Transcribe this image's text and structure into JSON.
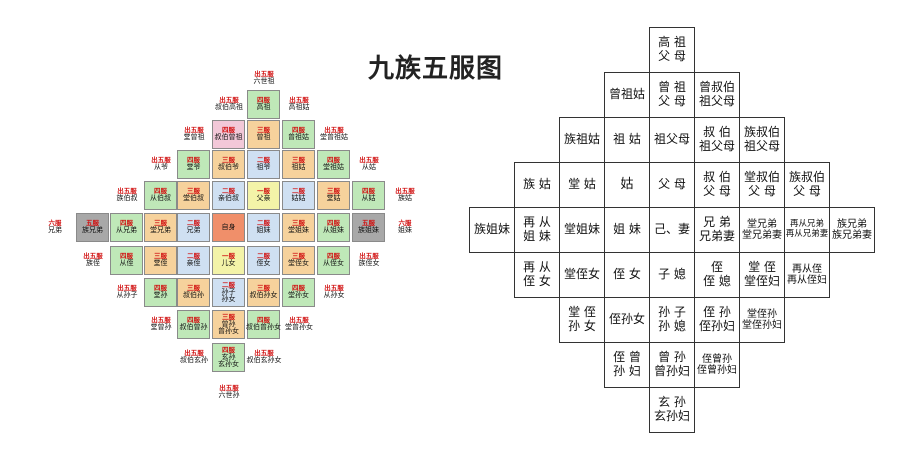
{
  "title": "九族五服图",
  "colors": {
    "mourn_red": "#d11010",
    "grade1": "#f6b0a0",
    "grade2": "#cfe0f2",
    "grade3": "#f6d29c",
    "grade4": "#bfe8b8",
    "grade5": "#f3f3a8",
    "pink": "#f2c8d8",
    "gray": "#a8a8a8",
    "self": "#f08f6a"
  },
  "left_chart": {
    "cells": [
      {
        "r": 0,
        "c": 6,
        "red": "出五服",
        "kin": "六世祖",
        "style": "none"
      },
      {
        "r": 1,
        "c": 5,
        "red": "出五服",
        "kin": "叔伯高祖",
        "style": "none"
      },
      {
        "r": 1,
        "c": 6,
        "red": "四服",
        "kin": "高祖",
        "style": "grade4"
      },
      {
        "r": 1,
        "c": 7,
        "red": "出五服",
        "kin": "高祖姑",
        "style": "none"
      },
      {
        "r": 2,
        "c": 4,
        "red": "出五服",
        "kin": "堂曾祖",
        "style": "none"
      },
      {
        "r": 2,
        "c": 5,
        "red": "四服",
        "kin": "叔伯曾祖",
        "style": "pink"
      },
      {
        "r": 2,
        "c": 6,
        "red": "三服",
        "kin": "曾祖",
        "style": "grade3"
      },
      {
        "r": 2,
        "c": 7,
        "red": "四服",
        "kin": "曾祖姑",
        "style": "grade4"
      },
      {
        "r": 2,
        "c": 8,
        "red": "出五服",
        "kin": "堂曾祖姑",
        "style": "none"
      },
      {
        "r": 3,
        "c": 3,
        "red": "出五服",
        "kin": "从爷",
        "style": "none"
      },
      {
        "r": 3,
        "c": 4,
        "red": "四服",
        "kin": "堂爷",
        "style": "grade4"
      },
      {
        "r": 3,
        "c": 5,
        "red": "三服",
        "kin": "叔伯爷",
        "style": "grade3"
      },
      {
        "r": 3,
        "c": 6,
        "red": "二服",
        "kin": "祖爷",
        "style": "grade2"
      },
      {
        "r": 3,
        "c": 7,
        "red": "三服",
        "kin": "祖姑",
        "style": "grade3"
      },
      {
        "r": 3,
        "c": 8,
        "red": "四服",
        "kin": "堂祖姑",
        "style": "grade4"
      },
      {
        "r": 3,
        "c": 9,
        "red": "出五服",
        "kin": "从姑",
        "style": "none"
      },
      {
        "r": 4,
        "c": 2,
        "red": "出五服",
        "kin": "族伯叔",
        "style": "none"
      },
      {
        "r": 4,
        "c": 3,
        "red": "四服",
        "kin": "从伯叔",
        "style": "grade4"
      },
      {
        "r": 4,
        "c": 4,
        "red": "三服",
        "kin": "堂伯叔",
        "style": "grade3"
      },
      {
        "r": 4,
        "c": 5,
        "red": "二服",
        "kin": "亲伯叔",
        "style": "grade2"
      },
      {
        "r": 4,
        "c": 6,
        "red": "一服",
        "kin": "父亲",
        "style": "grade5"
      },
      {
        "r": 4,
        "c": 7,
        "red": "二服",
        "kin": "姑姑",
        "style": "grade2"
      },
      {
        "r": 4,
        "c": 8,
        "red": "三服",
        "kin": "堂姑",
        "style": "grade3"
      },
      {
        "r": 4,
        "c": 9,
        "red": "四服",
        "kin": "从姑",
        "style": "grade4"
      },
      {
        "r": 4,
        "c": 10,
        "red": "出五服",
        "kin": "族姑",
        "style": "none"
      },
      {
        "r": 5,
        "c": 0,
        "red": "六服",
        "kin": "兄弟",
        "style": "none"
      },
      {
        "r": 5,
        "c": 1,
        "red": "五服",
        "kin": "族兄弟",
        "style": "gray"
      },
      {
        "r": 5,
        "c": 2,
        "red": "四服",
        "kin": "从兄弟",
        "style": "grade4"
      },
      {
        "r": 5,
        "c": 3,
        "red": "三服",
        "kin": "堂兄弟",
        "style": "grade3"
      },
      {
        "r": 5,
        "c": 4,
        "red": "二服",
        "kin": "兄弟",
        "style": "grade2"
      },
      {
        "r": 5,
        "c": 5,
        "red": "",
        "kin": "自身",
        "style": "self"
      },
      {
        "r": 5,
        "c": 6,
        "red": "二服",
        "kin": "姐妹",
        "style": "grade2"
      },
      {
        "r": 5,
        "c": 7,
        "red": "三服",
        "kin": "堂姐妹",
        "style": "grade3"
      },
      {
        "r": 5,
        "c": 8,
        "red": "四服",
        "kin": "从姐妹",
        "style": "grade4"
      },
      {
        "r": 5,
        "c": 9,
        "red": "五服",
        "kin": "族姐妹",
        "style": "gray"
      },
      {
        "r": 5,
        "c": 10,
        "red": "六服",
        "kin": "姐妹",
        "style": "none"
      },
      {
        "r": 6,
        "c": 1,
        "red": "出五服",
        "kin": "族侄",
        "style": "none"
      },
      {
        "r": 6,
        "c": 2,
        "red": "四服",
        "kin": "从侄",
        "style": "grade4"
      },
      {
        "r": 6,
        "c": 3,
        "red": "三服",
        "kin": "堂侄",
        "style": "grade3"
      },
      {
        "r": 6,
        "c": 4,
        "red": "二服",
        "kin": "亲侄",
        "style": "grade2"
      },
      {
        "r": 6,
        "c": 5,
        "red": "一服",
        "kin": "儿女",
        "style": "grade5"
      },
      {
        "r": 6,
        "c": 6,
        "red": "二服",
        "kin": "侄女",
        "style": "grade2"
      },
      {
        "r": 6,
        "c": 7,
        "red": "三服",
        "kin": "堂侄女",
        "style": "grade3"
      },
      {
        "r": 6,
        "c": 8,
        "red": "四服",
        "kin": "从侄女",
        "style": "grade4"
      },
      {
        "r": 6,
        "c": 9,
        "red": "出五服",
        "kin": "族侄女",
        "style": "none"
      },
      {
        "r": 7,
        "c": 2,
        "red": "出五服",
        "kin": "从孙子",
        "style": "none"
      },
      {
        "r": 7,
        "c": 3,
        "red": "四服",
        "kin": "堂孙",
        "style": "grade4"
      },
      {
        "r": 7,
        "c": 4,
        "red": "三服",
        "kin": "叔伯孙",
        "style": "grade3"
      },
      {
        "r": 7,
        "c": 5,
        "red": "二服",
        "kin": "孙子 孙女",
        "style": "grade2"
      },
      {
        "r": 7,
        "c": 6,
        "red": "三服",
        "kin": "叔伯孙女",
        "style": "grade3"
      },
      {
        "r": 7,
        "c": 7,
        "red": "四服",
        "kin": "堂孙女",
        "style": "grade4"
      },
      {
        "r": 7,
        "c": 8,
        "red": "出五服",
        "kin": "从孙女",
        "style": "none"
      },
      {
        "r": 8,
        "c": 3,
        "red": "出五服",
        "kin": "堂曾孙",
        "style": "none"
      },
      {
        "r": 8,
        "c": 4,
        "red": "四服",
        "kin": "叔伯曾孙",
        "style": "grade4"
      },
      {
        "r": 8,
        "c": 5,
        "red": "三服",
        "kin": "曾孙 曾孙女",
        "style": "grade3"
      },
      {
        "r": 8,
        "c": 6,
        "red": "四服",
        "kin": "叔伯曾孙女",
        "style": "grade4"
      },
      {
        "r": 8,
        "c": 7,
        "red": "出五服",
        "kin": "堂曾孙女",
        "style": "none"
      },
      {
        "r": 9,
        "c": 4,
        "red": "出五服",
        "kin": "叔伯玄孙",
        "style": "none"
      },
      {
        "r": 9,
        "c": 5,
        "red": "四服",
        "kin": "玄孙 玄孙女",
        "style": "grade4"
      },
      {
        "r": 9,
        "c": 6,
        "red": "出五服",
        "kin": "叔伯玄孙女",
        "style": "none"
      },
      {
        "r": 10,
        "c": 5,
        "red": "出五服",
        "kin": "六世孙",
        "style": "none"
      }
    ]
  },
  "right_chart": {
    "cells": [
      {
        "r": 0,
        "c": 4,
        "text": "高 祖\n父 母"
      },
      {
        "r": 1,
        "c": 3,
        "text": "曾祖姑"
      },
      {
        "r": 1,
        "c": 4,
        "text": "曾 祖\n父 母"
      },
      {
        "r": 1,
        "c": 5,
        "text": "曾叔伯\n祖父母"
      },
      {
        "r": 2,
        "c": 2,
        "text": "族祖姑"
      },
      {
        "r": 2,
        "c": 3,
        "text": "祖 姑"
      },
      {
        "r": 2,
        "c": 4,
        "text": "祖父母"
      },
      {
        "r": 2,
        "c": 5,
        "text": "叔 伯\n祖父母"
      },
      {
        "r": 2,
        "c": 6,
        "text": "族叔伯\n祖父母"
      },
      {
        "r": 3,
        "c": 1,
        "text": "族 姑"
      },
      {
        "r": 3,
        "c": 2,
        "text": "堂 姑"
      },
      {
        "r": 3,
        "c": 3,
        "text": "姑"
      },
      {
        "r": 3,
        "c": 4,
        "text": "父 母"
      },
      {
        "r": 3,
        "c": 5,
        "text": "叔 伯\n父 母"
      },
      {
        "r": 3,
        "c": 6,
        "text": "堂叔伯\n父 母"
      },
      {
        "r": 3,
        "c": 7,
        "text": "族叔伯\n父 母"
      },
      {
        "r": 4,
        "c": 0,
        "text": "族姐妹"
      },
      {
        "r": 4,
        "c": 1,
        "text": "再 从\n姐 妹"
      },
      {
        "r": 4,
        "c": 2,
        "text": "堂姐妹"
      },
      {
        "r": 4,
        "c": 3,
        "text": "姐 妹"
      },
      {
        "r": 4,
        "c": 4,
        "text": "己、妻"
      },
      {
        "r": 4,
        "c": 5,
        "text": "兄 弟\n兄弟妻"
      },
      {
        "r": 4,
        "c": 6,
        "text": "堂兄弟\n堂兄弟妻"
      },
      {
        "r": 4,
        "c": 7,
        "text": "再从兄弟\n再从兄弟妻"
      },
      {
        "r": 4,
        "c": 8,
        "text": "族兄弟\n族兄弟妻"
      },
      {
        "r": 5,
        "c": 1,
        "text": "再 从\n侄 女"
      },
      {
        "r": 5,
        "c": 2,
        "text": "堂侄女"
      },
      {
        "r": 5,
        "c": 3,
        "text": "侄 女"
      },
      {
        "r": 5,
        "c": 4,
        "text": "子 媳"
      },
      {
        "r": 5,
        "c": 5,
        "text": "侄\n侄 媳"
      },
      {
        "r": 5,
        "c": 6,
        "text": "堂 侄\n堂侄妇"
      },
      {
        "r": 5,
        "c": 7,
        "text": "再从侄\n再从侄妇"
      },
      {
        "r": 6,
        "c": 2,
        "text": "堂 侄\n孙 女"
      },
      {
        "r": 6,
        "c": 3,
        "text": "侄孙女"
      },
      {
        "r": 6,
        "c": 4,
        "text": "孙 子\n孙 媳"
      },
      {
        "r": 6,
        "c": 5,
        "text": "侄 孙\n侄孙妇"
      },
      {
        "r": 6,
        "c": 6,
        "text": "堂侄孙\n堂侄孙妇"
      },
      {
        "r": 7,
        "c": 3,
        "text": "侄 曾\n孙 妇"
      },
      {
        "r": 7,
        "c": 4,
        "text": "曾 孙\n曾孙妇"
      },
      {
        "r": 7,
        "c": 5,
        "text": "侄曾孙\n侄曾孙妇"
      },
      {
        "r": 8,
        "c": 4,
        "text": "玄 孙\n玄孙妇"
      }
    ]
  }
}
